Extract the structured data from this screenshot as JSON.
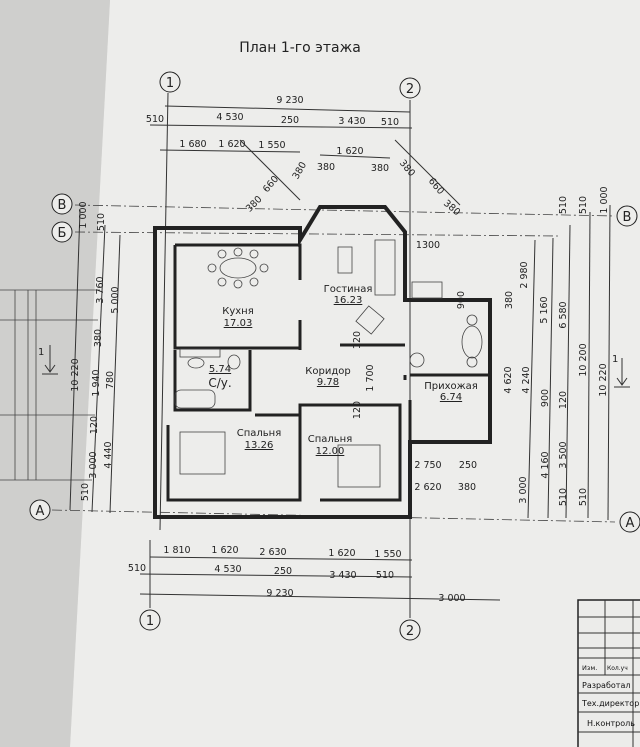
{
  "title": "План 1-го этажа",
  "axes": {
    "a1_top": "1",
    "a1_bottom": "1",
    "a2_top": "2",
    "a2_bottom": "2",
    "v_left": "В",
    "v_right": "В",
    "b_left": "Б",
    "a_left": "А",
    "a_right": "А"
  },
  "section_marks": {
    "left": "1",
    "right": "1"
  },
  "rooms": [
    {
      "name": "Кухня",
      "area": "17.03"
    },
    {
      "name": "Гостиная",
      "area": "16.23"
    },
    {
      "name": "Коридор",
      "area": "9.78"
    },
    {
      "name": "С/у.",
      "area": "5.74"
    },
    {
      "name": "Прихожая",
      "area": "6.74"
    },
    {
      "name": "Спальня",
      "area": "13.26"
    },
    {
      "name": "Спальня",
      "area": "12.00"
    }
  ],
  "dims_top": [
    "9 230",
    "510",
    "4 530",
    "250",
    "3 430",
    "510",
    "1 680",
    "1 620",
    "1 550",
    "1 620",
    "380",
    "380",
    "660",
    "380",
    "380",
    "380",
    "660",
    "380"
  ],
  "dims_bottom": [
    "1 810",
    "1 620",
    "2 630",
    "1 620",
    "1 550",
    "510",
    "4 530",
    "250",
    "3 430",
    "510",
    "9 230",
    "3 000"
  ],
  "dims_left": [
    "10 220",
    "1 000",
    "510",
    "3 760",
    "380",
    "1 940",
    "120",
    "3 000",
    "510",
    "5 000",
    "780",
    "4 440"
  ],
  "dims_right": [
    "510",
    "510",
    "1 000",
    "2 980",
    "380",
    "5 160",
    "6 580",
    "4 620",
    "4 240",
    "900",
    "120",
    "10 200",
    "10 220",
    "3 000",
    "4 160",
    "3 500",
    "510",
    "510"
  ],
  "dims_inner": [
    "1300",
    "900",
    "120",
    "1 700",
    "120",
    "2 750",
    "250",
    "2 620",
    "380"
  ],
  "title_block": [
    "Изм.",
    "Кол.уч",
    "Разработал",
    "Тех.директор",
    "Н.контроль"
  ]
}
